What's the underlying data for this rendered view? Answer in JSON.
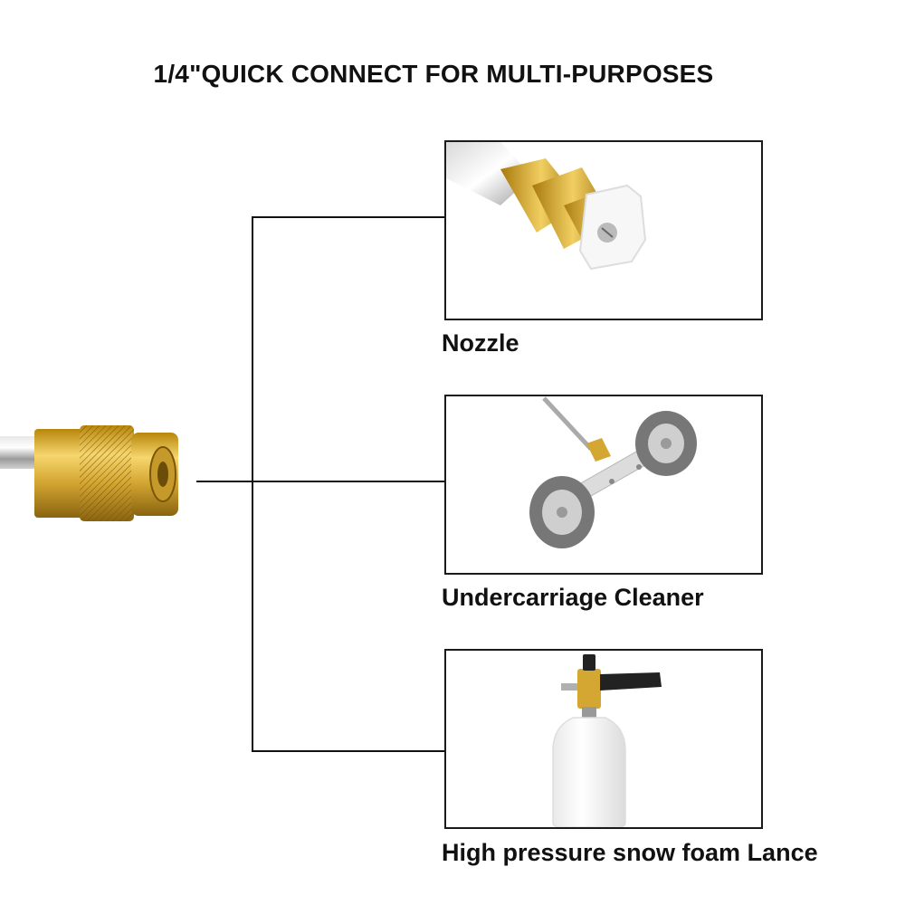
{
  "title": "1/4\"QUICK CONNECT FOR  MULTI-PURPOSES",
  "items": [
    {
      "label": "Nozzle",
      "icon": "nozzle-tip-icon"
    },
    {
      "label": "Undercarriage Cleaner",
      "icon": "undercarriage-cleaner-icon"
    },
    {
      "label": "High pressure snow foam Lance",
      "icon": "snow-foam-lance-icon"
    }
  ],
  "colors": {
    "brass": "#d4a632",
    "line": "#111111"
  }
}
